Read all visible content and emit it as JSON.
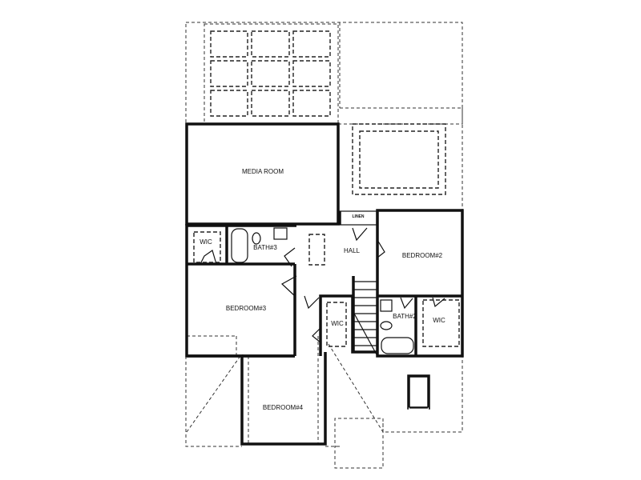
{
  "rooms": {
    "media_room": "MEDIA ROOM",
    "linen": "LINEN",
    "hall": "HALL",
    "bedroom2": "BEDROOM#2",
    "bedroom3": "BEDROOM#3",
    "bedroom4": "BEDROOM#4",
    "bath2": "BATH#2",
    "bath3": "BATH#3",
    "wic_left": "WIC",
    "wic_middle": "WIC",
    "wic_right": "WIC"
  }
}
